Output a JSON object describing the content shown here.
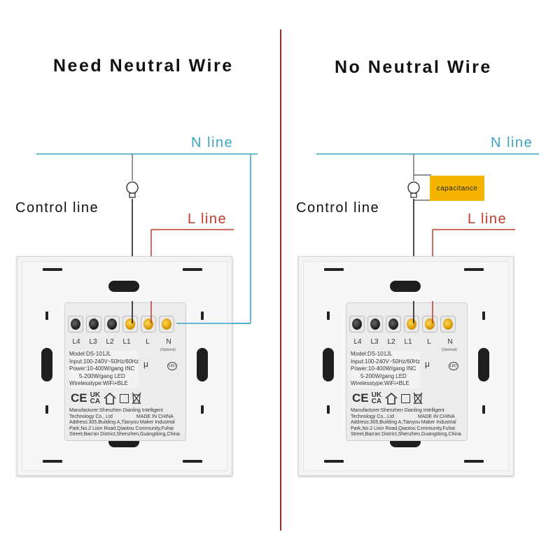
{
  "left": {
    "title": "Need Neutral Wire",
    "n_line": "N line",
    "l_line": "L line",
    "control_line": "Control line"
  },
  "right": {
    "title": "No Neutral Wire",
    "n_line": "N line",
    "l_line": "L line",
    "control_line": "Control line",
    "capacitance": "capacitance"
  },
  "device": {
    "terminals": [
      "L4",
      "L3",
      "L2",
      "L1",
      "L",
      "N"
    ],
    "optional": "(Optional)",
    "model": "Model:DS-101JL",
    "input": "Input:100-240V~50Hz/60Hz",
    "power1": "Power:10-400W/gang INC",
    "power2": "5-200W/gang LED",
    "wireless": "Wirelesstype:WiFi+BLE",
    "ce": "CE",
    "ukca_top": "UK",
    "ukca_bottom": "CA",
    "mu": "μ",
    "led": "LED",
    "manufacturer": "Manufacturer:Shenzhen Dianling Intelligent",
    "technology": "Technology Co., Ltd",
    "made_in": "MADE IN CHINA",
    "address1": "Address:305,Building A,Tianyou Maker Industrial",
    "address2": "Park,No.2 Lixin Road,Qiaotou Community,Fuhai",
    "address3": "Street,Bao'an District,Shenzhen,Guangdong,China"
  },
  "colors": {
    "n_line": "#3aa5c2",
    "l_line": "#c0392b",
    "divider": "#9b2a22",
    "capacitance": "#f5b400"
  },
  "icons": [
    "bulb-icon",
    "ce-mark-icon",
    "ukca-mark-icon",
    "house-icon",
    "square-icon",
    "weee-bin-icon"
  ]
}
